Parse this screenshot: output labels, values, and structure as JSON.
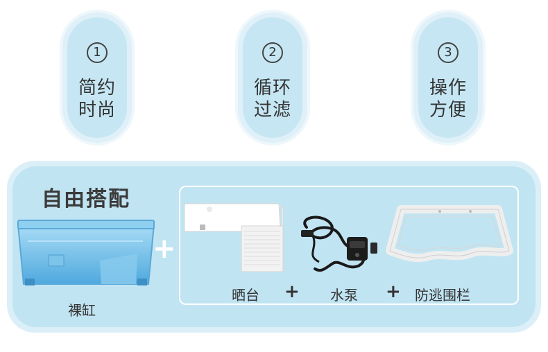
{
  "features": [
    {
      "num": "1",
      "line1": "简约",
      "line2": "时尚"
    },
    {
      "num": "2",
      "line1": "循环",
      "line2": "过滤"
    },
    {
      "num": "3",
      "line1": "操作",
      "line2": "方便"
    }
  ],
  "bundle": {
    "title": "自由搭配",
    "tank_label": "裸缸",
    "items": [
      "晒台",
      "水泵",
      "防逃围栏"
    ],
    "plus": "+"
  },
  "colors": {
    "pill_bg": "#c6e6f3",
    "panel_bg": "#c1e4f2",
    "tank_blue": "#6fbfe8"
  },
  "icons": [
    "tank-icon",
    "basking-platform-icon",
    "water-pump-icon",
    "escape-fence-icon"
  ]
}
